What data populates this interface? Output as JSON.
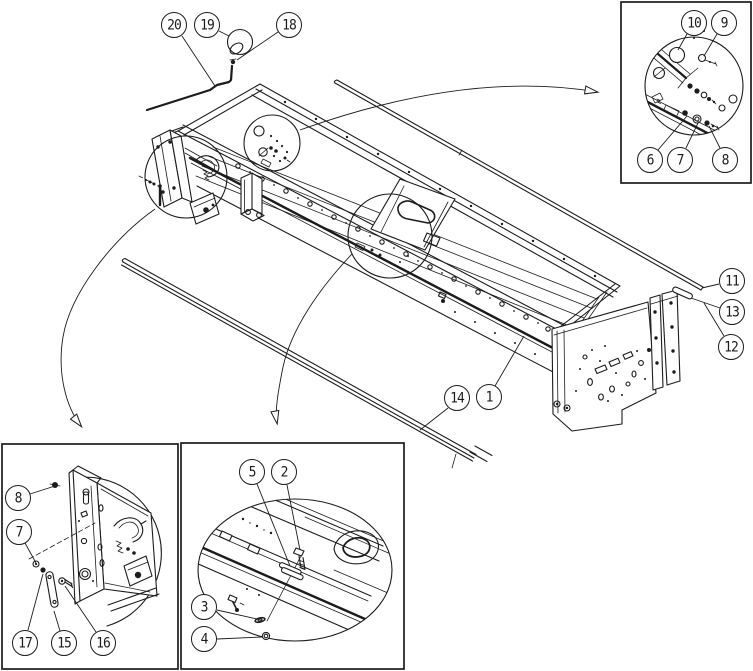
{
  "page": {
    "background": "#ffffff",
    "ink": "#1c1c1c",
    "kind": "exploded-parts-diagram"
  },
  "callouts": {
    "main": [
      {
        "label": "20"
      },
      {
        "label": "19"
      },
      {
        "label": "18"
      },
      {
        "label": "11"
      },
      {
        "label": "13"
      },
      {
        "label": "12"
      },
      {
        "label": "14"
      },
      {
        "label": "1"
      }
    ],
    "detail_top_right": [
      {
        "label": "10"
      },
      {
        "label": "9"
      },
      {
        "label": "6"
      },
      {
        "label": "7"
      },
      {
        "label": "8"
      }
    ],
    "detail_bottom_left": [
      {
        "label": "8"
      },
      {
        "label": "7"
      },
      {
        "label": "17"
      },
      {
        "label": "15"
      },
      {
        "label": "16"
      }
    ],
    "detail_bottom_center": [
      {
        "label": "5"
      },
      {
        "label": "2"
      },
      {
        "label": "3"
      },
      {
        "label": "4"
      }
    ]
  }
}
